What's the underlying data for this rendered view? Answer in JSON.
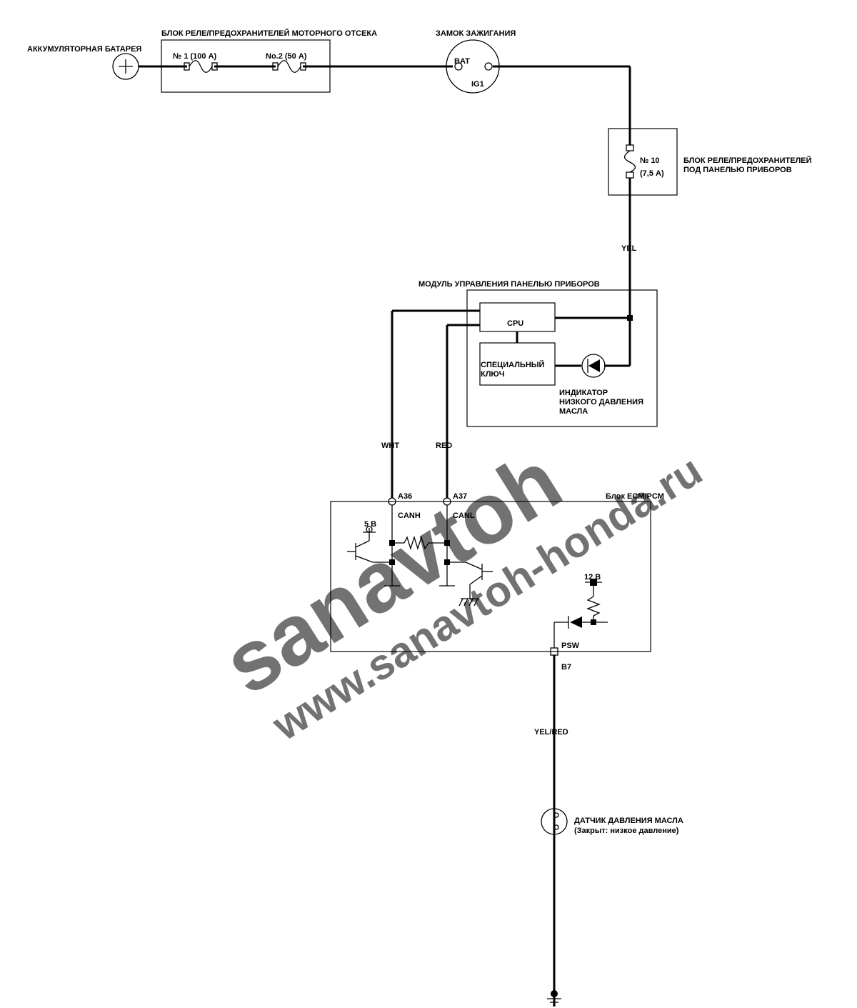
{
  "battery": {
    "label": "АККУМУЛЯТОРНАЯ БАТАРЕЯ"
  },
  "engine_fuse_box": {
    "label": "БЛОК РЕЛЕ/ПРЕДОХРАНИТЕЛЕЙ МОТОРНОГО ОТСЕКА",
    "fuse1": "№ 1 (100 А)",
    "fuse2": "No.2 (50 А)"
  },
  "ignition_switch": {
    "label": "ЗАМОК ЗАЖИГАНИЯ",
    "bat": "BAT",
    "ig1": "IG1"
  },
  "dash_fuse_box": {
    "label_line1": "БЛОК РЕЛЕ/ПРЕДОХРАНИТЕЛЕЙ",
    "label_line2": "ПОД ПАНЕЛЬЮ ПРИБОРОВ",
    "fuse_number": "№ 10",
    "fuse_rating": "(7,5 А)"
  },
  "wires": {
    "yel": "YEL",
    "wht": "WHT",
    "red": "RED",
    "yel_red": "YEL/RED"
  },
  "gauge_module": {
    "label": "МОДУЛЬ УПРАВЛЕНИЯ ПАНЕЛЬЮ ПРИБОРОВ",
    "cpu": "CPU",
    "special_key_line1": "СПЕЦИАЛЬНЫЙ",
    "special_key_line2": "КЛЮЧ",
    "indicator_line1": "ИНДИКАТОР",
    "indicator_line2": "НИЗКОГО ДАВЛЕНИЯ",
    "indicator_line3": "МАСЛА"
  },
  "ecm": {
    "label": "Блок ECM/PCM",
    "pin_a36": "A36",
    "pin_a37": "A37",
    "canh": "CANH",
    "canl": "CANL",
    "v5": "5 В",
    "v12": "12 В",
    "psw": "PSW",
    "pin_b7": "B7"
  },
  "oil_sensor": {
    "label_line1": "ДАТЧИК ДАВЛЕНИЯ МАСЛА",
    "label_line2": "(Закрыт: низкое давление)"
  },
  "watermark": {
    "line1": "sanavtoh",
    "line2": "www.sanavtoh-honda.ru"
  }
}
